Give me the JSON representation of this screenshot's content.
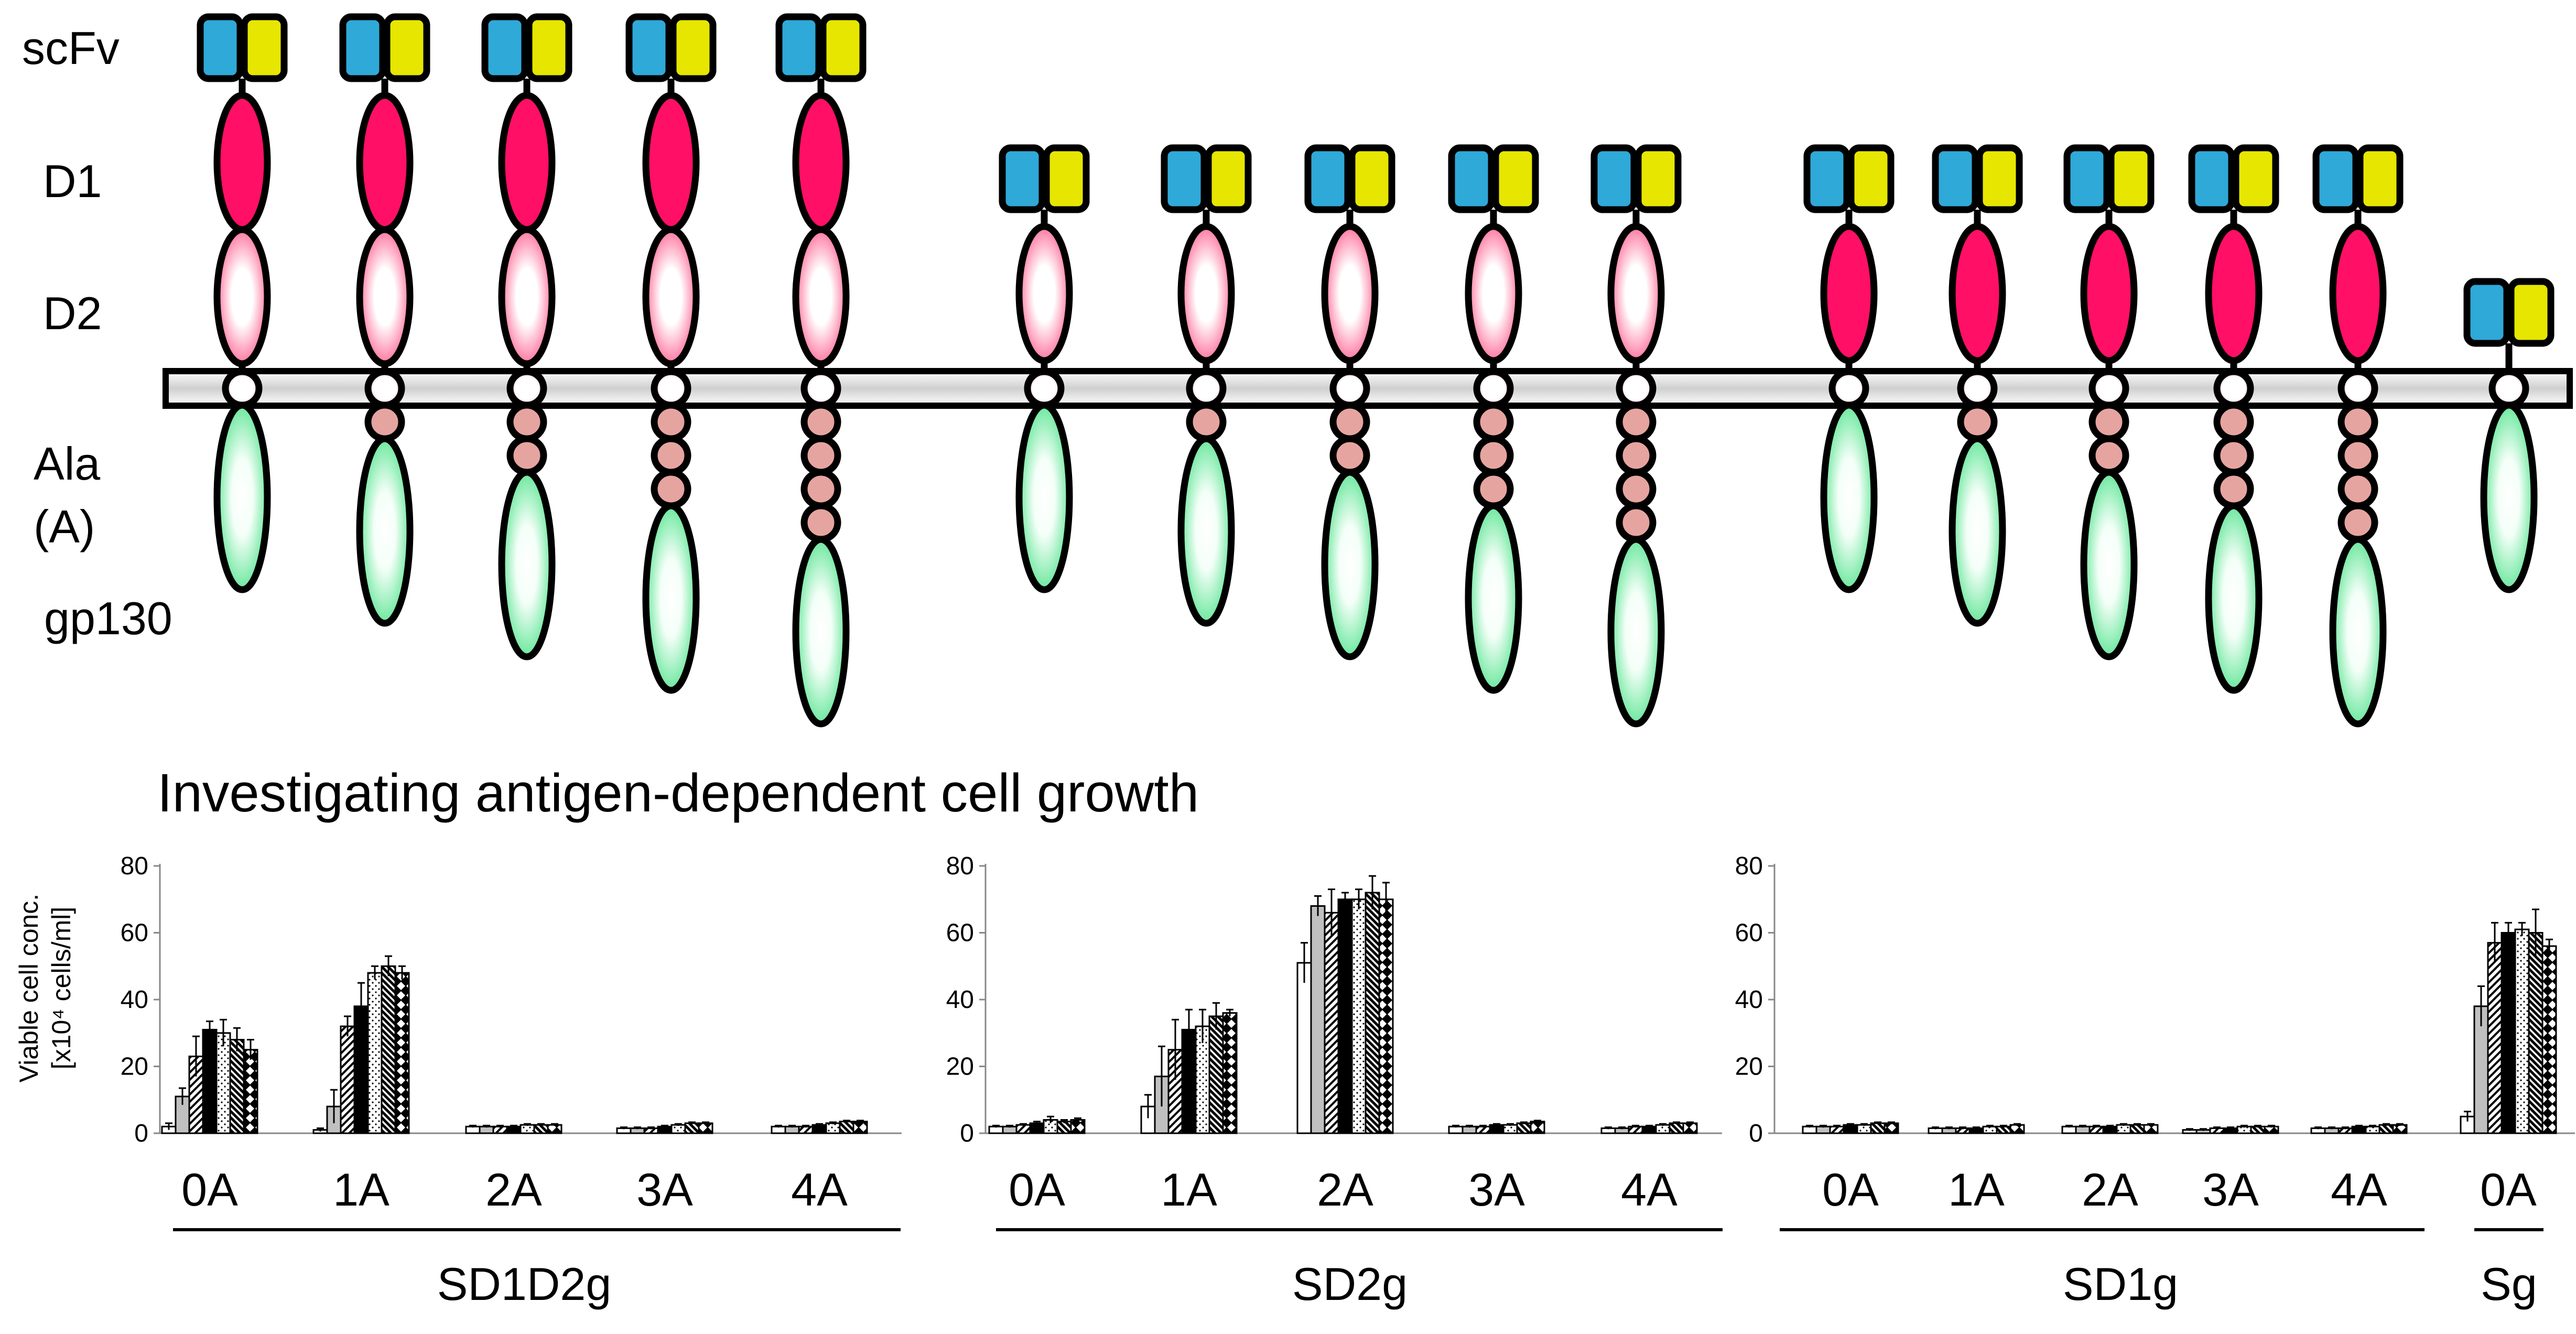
{
  "diagram": {
    "row_labels": {
      "scfv": "scFv",
      "d1": "D1",
      "d2": "D2",
      "ala_line1": "Ala",
      "ala_line2": "(A)",
      "gp130": "gp130"
    },
    "colors": {
      "vh": "#2fa9d8",
      "vl": "#e6e600",
      "d1": "#ff0f66",
      "d2_edge": "#ff5a8a",
      "ala": "#e6a4a0",
      "gp130": "#4ee68a",
      "membrane": "#e8e8e8"
    }
  },
  "chart_title": "Investigating antigen-dependent cell growth",
  "y_axis": {
    "label_line1": "Viable cell conc.",
    "label_line2": "[x10⁴ cells/ml]",
    "ticks": [
      "0",
      "20",
      "40",
      "60",
      "80"
    ]
  },
  "chart_data": [
    {
      "type": "bar",
      "group": "SD1D2g",
      "categories": [
        "0A",
        "1A",
        "2A",
        "3A",
        "4A"
      ],
      "ylim": [
        0,
        80
      ],
      "values": [
        [
          2,
          11,
          23,
          31,
          30,
          28,
          25
        ],
        [
          1,
          8,
          32,
          38,
          48,
          50,
          48
        ],
        [
          2,
          2,
          2,
          2,
          2.5,
          2.5,
          2.5
        ],
        [
          1.5,
          1.5,
          1.5,
          2,
          2.5,
          3,
          3
        ],
        [
          2,
          2,
          2,
          2.5,
          3,
          3.5,
          3.5
        ]
      ],
      "errors": [
        [
          1,
          2.5,
          6,
          2.5,
          4,
          3.5,
          3
        ],
        [
          0.5,
          5,
          3,
          7,
          2,
          3,
          2
        ],
        [
          0.3,
          0.3,
          0.3,
          0.3,
          0.3,
          0.3,
          0.3
        ],
        [
          0.3,
          0.3,
          0.3,
          0.3,
          0.3,
          0.3,
          0.3
        ],
        [
          0.3,
          0.3,
          0.3,
          0.3,
          0.3,
          0.3,
          0.3
        ]
      ]
    },
    {
      "type": "bar",
      "group": "SD2g",
      "categories": [
        "0A",
        "1A",
        "2A",
        "3A",
        "4A"
      ],
      "ylim": [
        0,
        80
      ],
      "values": [
        [
          2,
          2,
          2.5,
          3,
          4,
          3.5,
          4
        ],
        [
          8,
          17,
          25,
          31,
          32,
          35,
          36
        ],
        [
          51,
          68,
          66,
          70,
          70,
          72,
          70
        ],
        [
          2,
          2,
          2,
          2.5,
          2.5,
          3,
          3.5
        ],
        [
          1.5,
          1.5,
          2,
          2,
          2.5,
          3,
          3
        ]
      ],
      "errors": [
        [
          0.3,
          0.3,
          0.3,
          0.5,
          1,
          0.5,
          0.5
        ],
        [
          3.5,
          9,
          9,
          6,
          5,
          4,
          1
        ],
        [
          6,
          3,
          7,
          2,
          3,
          5,
          5
        ],
        [
          0.3,
          0.3,
          0.3,
          0.3,
          0.3,
          0.3,
          0.3
        ],
        [
          0.3,
          0.3,
          0.3,
          0.3,
          0.3,
          0.3,
          0.3
        ]
      ]
    },
    {
      "type": "bar",
      "group": "SD1g",
      "categories": [
        "0A",
        "1A",
        "2A",
        "3A",
        "4A"
      ],
      "ylim": [
        0,
        80
      ],
      "values": [
        [
          2,
          2,
          2,
          2.5,
          2.5,
          3,
          3
        ],
        [
          1.5,
          1.5,
          1.5,
          1.5,
          2,
          2,
          2.5
        ],
        [
          2,
          2,
          2,
          2,
          2.5,
          2.5,
          2.5
        ],
        [
          1,
          1,
          1.5,
          1.5,
          2,
          2,
          2
        ],
        [
          1.5,
          1.5,
          1.5,
          2,
          2,
          2.5,
          2.5
        ]
      ],
      "errors": [
        [
          0.3,
          0.3,
          0.3,
          0.3,
          0.3,
          0.3,
          0.3
        ],
        [
          0.3,
          0.3,
          0.3,
          0.3,
          0.3,
          0.3,
          0.3
        ],
        [
          0.3,
          0.3,
          0.3,
          0.3,
          0.3,
          0.3,
          0.3
        ],
        [
          0.3,
          0.3,
          0.3,
          0.3,
          0.3,
          0.3,
          0.3
        ],
        [
          0.3,
          0.3,
          0.3,
          0.3,
          0.3,
          0.3,
          0.3
        ]
      ]
    },
    {
      "type": "bar",
      "group": "Sg",
      "categories": [
        "0A"
      ],
      "ylim": [
        0,
        80
      ],
      "values": [
        [
          5,
          38,
          57,
          60,
          61,
          60,
          56
        ]
      ],
      "errors": [
        [
          1.5,
          6,
          6,
          3,
          2,
          7,
          2
        ]
      ]
    }
  ]
}
